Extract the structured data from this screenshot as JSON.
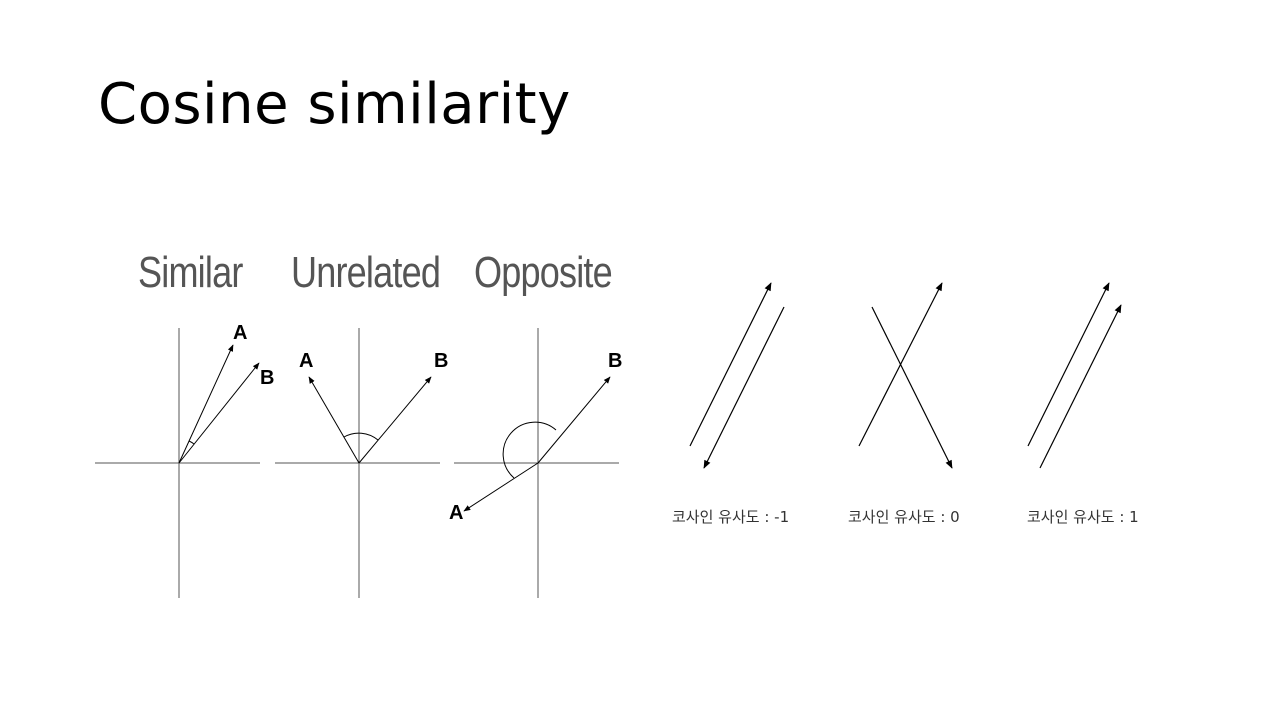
{
  "slide": {
    "title": "Cosine similarity"
  },
  "panels": [
    {
      "heading": "Similar",
      "vector_a_label": "A",
      "vector_b_label": "B"
    },
    {
      "heading": "Unrelated",
      "vector_a_label": "A",
      "vector_b_label": "B"
    },
    {
      "heading": "Opposite",
      "vector_a_label": "A",
      "vector_b_label": "B"
    }
  ],
  "line_examples": [
    {
      "caption": "코사인 유사도 : -1",
      "cosine": -1
    },
    {
      "caption": "코사인 유사도 : 0",
      "cosine": 0
    },
    {
      "caption": "코사인 유사도 : 1",
      "cosine": 1
    }
  ],
  "colors": {
    "axis": "#555555",
    "vector": "#000000",
    "heading": "#555555"
  }
}
